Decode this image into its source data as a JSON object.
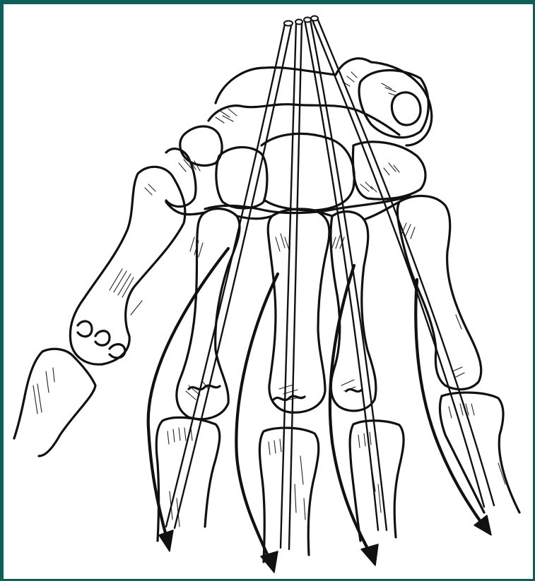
{
  "figure": {
    "frame_color": "#0f5f5a",
    "background": "#ffffff",
    "ink": "#111111",
    "subject": "hand-skeleton-illustration",
    "tendons": [
      {
        "name": "tendon-1"
      },
      {
        "name": "tendon-2"
      },
      {
        "name": "tendon-3"
      },
      {
        "name": "tendon-4"
      }
    ],
    "arrows": [
      {
        "name": "index-finger-flexion-arrow"
      },
      {
        "name": "middle-finger-flexion-arrow"
      },
      {
        "name": "ring-finger-flexion-arrow"
      },
      {
        "name": "little-finger-flexion-arrow"
      }
    ]
  }
}
